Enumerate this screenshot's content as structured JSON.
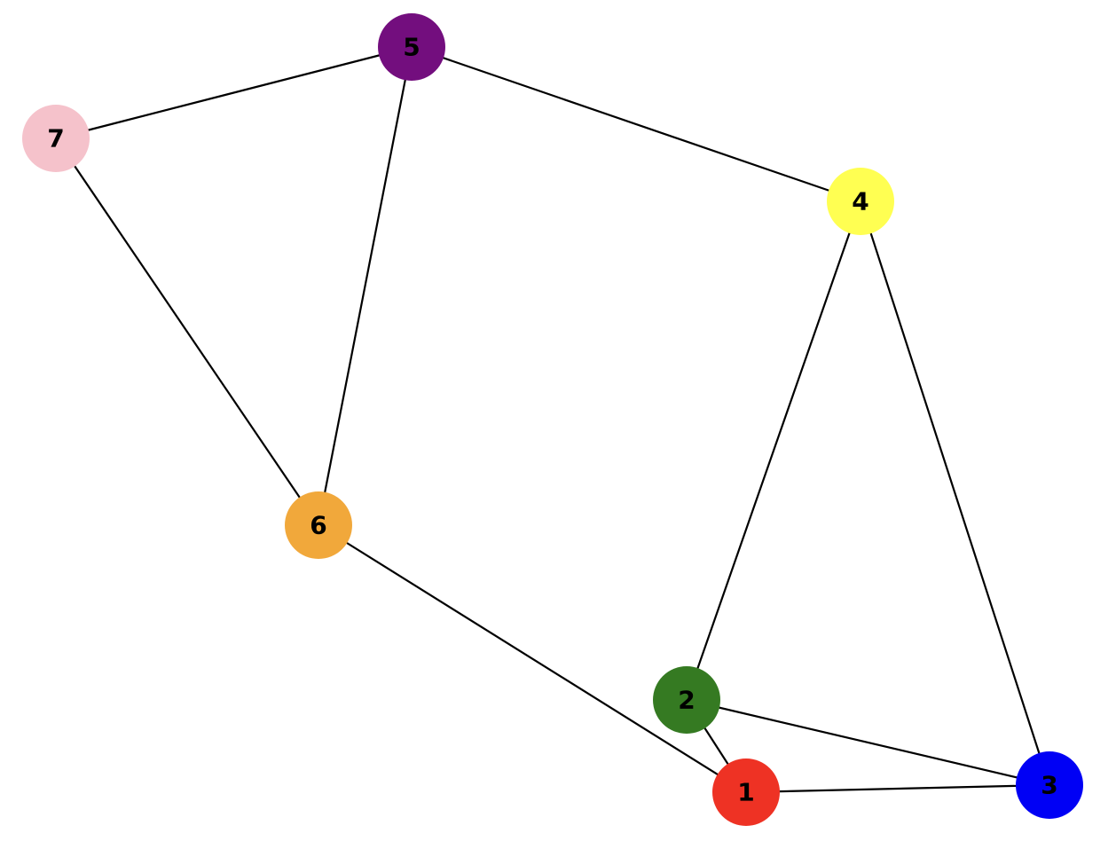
{
  "graph": {
    "nodes": [
      {
        "id": "1",
        "label": "1",
        "color": "#ee3224"
      },
      {
        "id": "2",
        "label": "2",
        "color": "#357a22"
      },
      {
        "id": "3",
        "label": "3",
        "color": "#0000f5"
      },
      {
        "id": "4",
        "label": "4",
        "color": "#ffff52"
      },
      {
        "id": "5",
        "label": "5",
        "color": "#730e7e"
      },
      {
        "id": "6",
        "label": "6",
        "color": "#f1a83b"
      },
      {
        "id": "7",
        "label": "7",
        "color": "#f5c2cb"
      }
    ],
    "edges": [
      [
        "5",
        "7"
      ],
      [
        "5",
        "6"
      ],
      [
        "5",
        "4"
      ],
      [
        "7",
        "6"
      ],
      [
        "6",
        "1"
      ],
      [
        "4",
        "2"
      ],
      [
        "4",
        "3"
      ],
      [
        "2",
        "1"
      ],
      [
        "2",
        "3"
      ],
      [
        "1",
        "3"
      ]
    ]
  }
}
